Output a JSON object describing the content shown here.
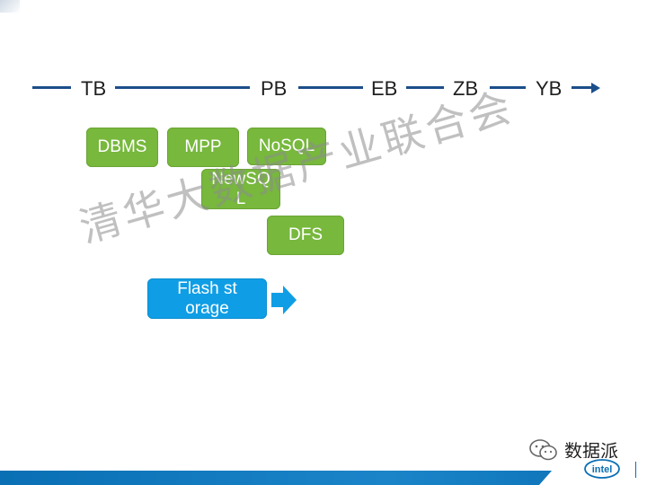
{
  "timeline": {
    "labels": [
      "TB",
      "PB",
      "EB",
      "ZB",
      "YB"
    ]
  },
  "boxes": {
    "dbms": "DBMS",
    "mpp": "MPP",
    "nosql": "NoSQL",
    "newsql": "NewSQL",
    "dfs": "DFS",
    "flash": "Flash storage"
  },
  "watermark": "清华大数据产业联合会",
  "brand": {
    "name": "数据派",
    "logo_text": "intel"
  },
  "colors": {
    "timeline": "#1b4f8a",
    "green_box": "#77b83d",
    "blue_box": "#0f9ee5",
    "footer": "#0a6fb4"
  }
}
